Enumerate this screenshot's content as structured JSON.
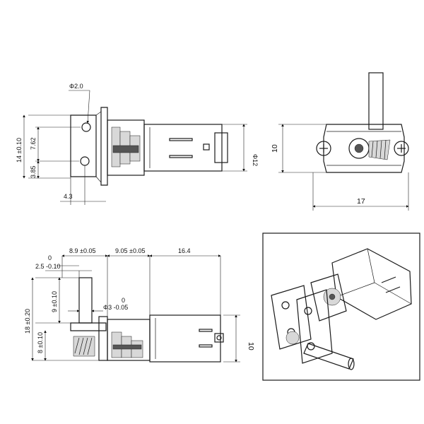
{
  "top_left_view": {
    "hole_dia": "Φ2.0",
    "height": "14 ±0.10",
    "hole_spacing": "7.62",
    "hole_offset": "3.85",
    "plate_offset": "4.3",
    "motor_dia": "Φ12"
  },
  "top_right_view": {
    "height": "10",
    "width": "17"
  },
  "bottom_left_view": {
    "zero_top": "0",
    "shaft_pos": "8.9 ±0.05",
    "gear_len": "9.05 ±0.05",
    "motor_len": "16.4",
    "shaft_offset": "2.5 -0.10",
    "shaft_len": "9 ±0.10",
    "total_height": "18 ±0.20",
    "lower_height": "8 ±0.10",
    "shaft_dia_zero": "0",
    "shaft_dia": "Φ3 -0.05",
    "motor_height": "10"
  },
  "iso_view": {
    "frame": "isometric-view-frame"
  }
}
